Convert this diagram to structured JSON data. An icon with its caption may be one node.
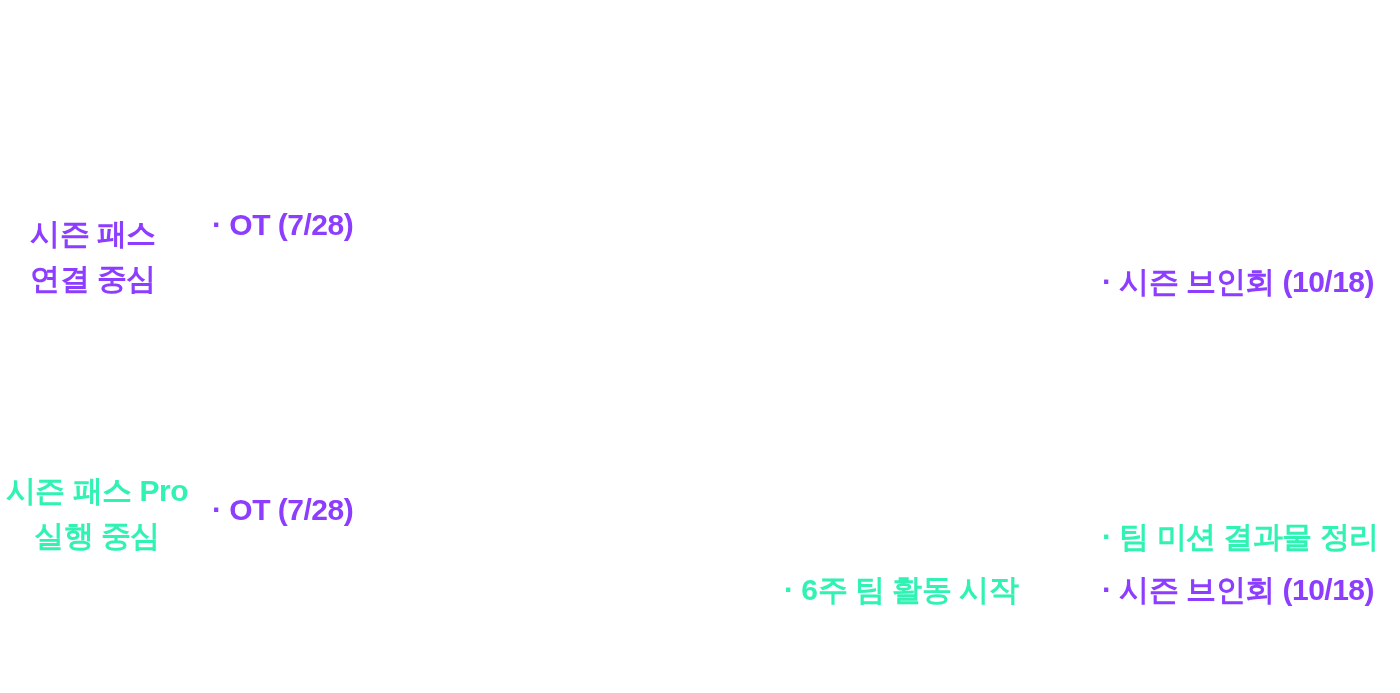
{
  "diagram": {
    "labels": [
      "시즌 패스 연결 중심",
      "· OT (7/28)",
      "· 시즌 브인회 (10/18)",
      "시즌 패스 Pro 실행 중심",
      "· OT (7/28)",
      "· 팀 미션 결과물 정리",
      "· 6주 팀 활동 시작",
      "· 시즌 브인회 (10/18)"
    ]
  }
}
